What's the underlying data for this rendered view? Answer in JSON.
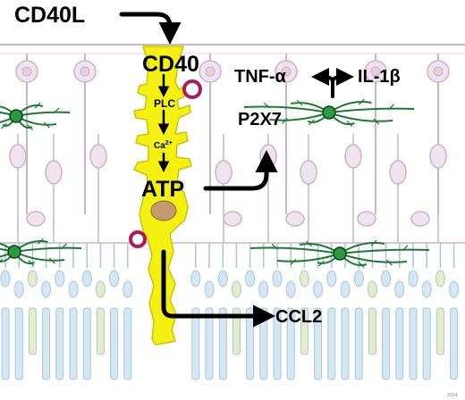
{
  "labels": {
    "cd40l": "CD40L",
    "cd40": "CD40",
    "plc": "PLC",
    "ca": "Ca",
    "ca_superscript": "2+",
    "atp": "ATP",
    "p2x7": "P2X7",
    "tnf": "TNF-α",
    "il1b": "IL-1β",
    "ccl2": "CCL2",
    "credit": "2014"
  },
  "colors": {
    "muller_glia": "#f4f012",
    "muller_outline": "#c9c400",
    "microglia": "#1f7a32",
    "neuron_fill": "#efe3ee",
    "neuron_stroke": "#cbb3cc",
    "photoreceptor_fill": "#d5e7f2",
    "photoreceptor_stroke": "#a9c6d8",
    "cone_fill": "#e4edc8",
    "nucleus": "#c49a6c",
    "receptor_ring": "#b01a5a",
    "arrow": "#000000"
  }
}
